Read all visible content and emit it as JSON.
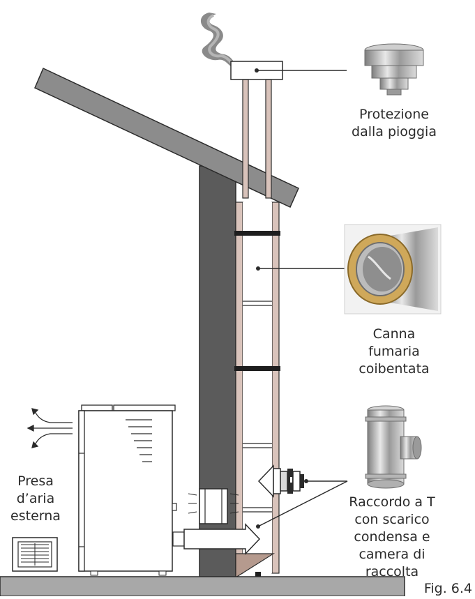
{
  "labels": {
    "rain_cap": [
      "Protezione",
      "dalla pioggia"
    ],
    "insulated_flue": [
      "Canna",
      "fumaria",
      "coibentata"
    ],
    "tee_fitting": [
      "Raccordo a T",
      "con scarico",
      "condensa e",
      "camera di",
      "raccolta"
    ],
    "air_intake": [
      "Presa",
      "d’aria",
      "esterna"
    ]
  },
  "figure_number": "Fig. 6.4",
  "colors": {
    "roof": "#8c8c8c",
    "chimney": "#5b5b5b",
    "flue_pipe": "#d9c3bb",
    "condensate_chamber": "#b59a8e",
    "floor": "#a8a8a8",
    "outline": "#2b2b2b"
  }
}
